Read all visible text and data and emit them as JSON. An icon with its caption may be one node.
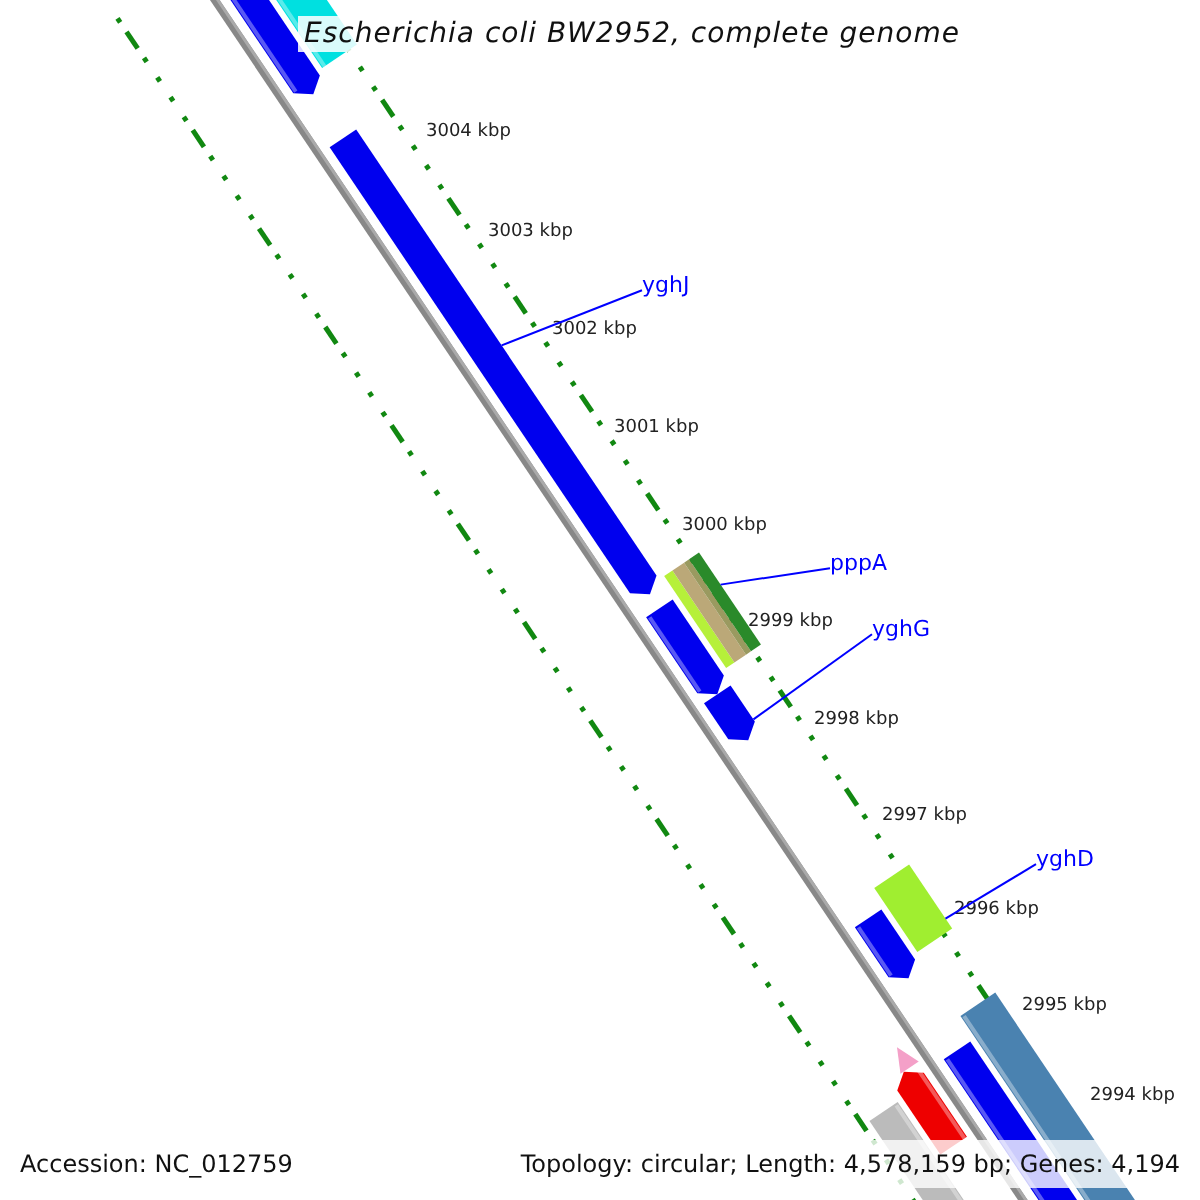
{
  "diagram": {
    "title": "Escherichia coli BW2952, complete genome",
    "nodes": [
      {
        "text": [
          "yghJ"
        ]
      },
      {
        "text": [
          "pppA"
        ]
      },
      {
        "text": [
          "yghG"
        ]
      },
      {
        "text": [
          "yghD"
        ]
      },
      {
        "text": [],
        "shape": "bar"
      },
      {
        "text": [],
        "shape": "bar"
      },
      {
        "text": [],
        "shape": "bar"
      },
      {
        "text": [],
        "shape": "bar"
      }
    ],
    "edges": [
      {
        "from": 0,
        "to": 4,
        "arrow": "none"
      },
      {
        "from": 1,
        "to": 5,
        "arrow": "none"
      },
      {
        "from": 2,
        "to": 6,
        "arrow": "none"
      },
      {
        "from": 3,
        "to": 7,
        "arrow": "none"
      }
    ],
    "labels": [
      "3004 kbp",
      "3003 kbp",
      "3002 kbp",
      "3001 kbp",
      "3000 kbp",
      "2999 kbp",
      "2998 kbp",
      "2997 kbp",
      "2996 kbp",
      "2995 kbp",
      "2994 kbp",
      "Accession: NC_012759",
      "Topology: circular; Length: 4,578,159 bp; Genes: 4,194"
    ]
  }
}
